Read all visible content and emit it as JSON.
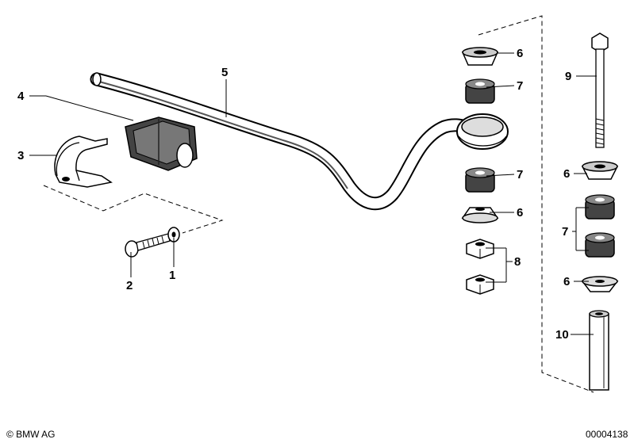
{
  "callouts": {
    "c1": "1",
    "c2": "2",
    "c3": "3",
    "c4": "4",
    "c5": "5",
    "c6a": "6",
    "c6b": "6",
    "c6c": "6",
    "c6d": "6",
    "c7a": "7",
    "c7b": "7",
    "c7c": "7",
    "c8": "8",
    "c9": "9",
    "c10": "10"
  },
  "footer": {
    "copyright": "© BMW AG",
    "diagram_id": "00004138"
  }
}
